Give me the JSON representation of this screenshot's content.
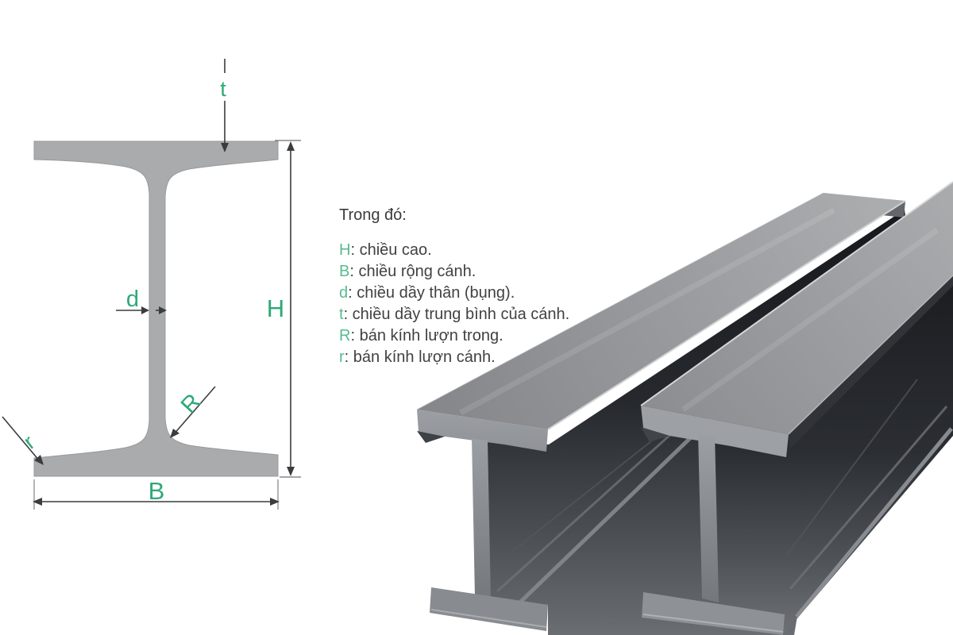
{
  "figure_title": "I-beam (H-beam) cross-section dimension diagram with 3D render of two steel beams",
  "legend": {
    "title": "Trong đó:",
    "items": [
      {
        "symbol": "H",
        "desc": ": chiều cao."
      },
      {
        "symbol": "B",
        "desc": ": chiều rộng cánh."
      },
      {
        "symbol": "d",
        "desc": ": chiều dầy thân (bụng)."
      },
      {
        "symbol": "t",
        "desc": ": chiều dầy trung bình của cánh."
      },
      {
        "symbol": "R",
        "desc": ": bán kính lượn trong."
      },
      {
        "symbol": "r",
        "desc": ": bán kính lượn cánh."
      }
    ]
  },
  "diagram": {
    "labels": {
      "t": "t",
      "H": "H",
      "d": "d",
      "R": "R",
      "r": "r",
      "B": "B"
    }
  },
  "colors": {
    "diagram_label_green": "#2fa876",
    "legend_symbol_green": "#57bb8f",
    "beam_section_gray": "#a9abad",
    "dimension_line": "#3a3c3e",
    "body_text": "#414143"
  }
}
